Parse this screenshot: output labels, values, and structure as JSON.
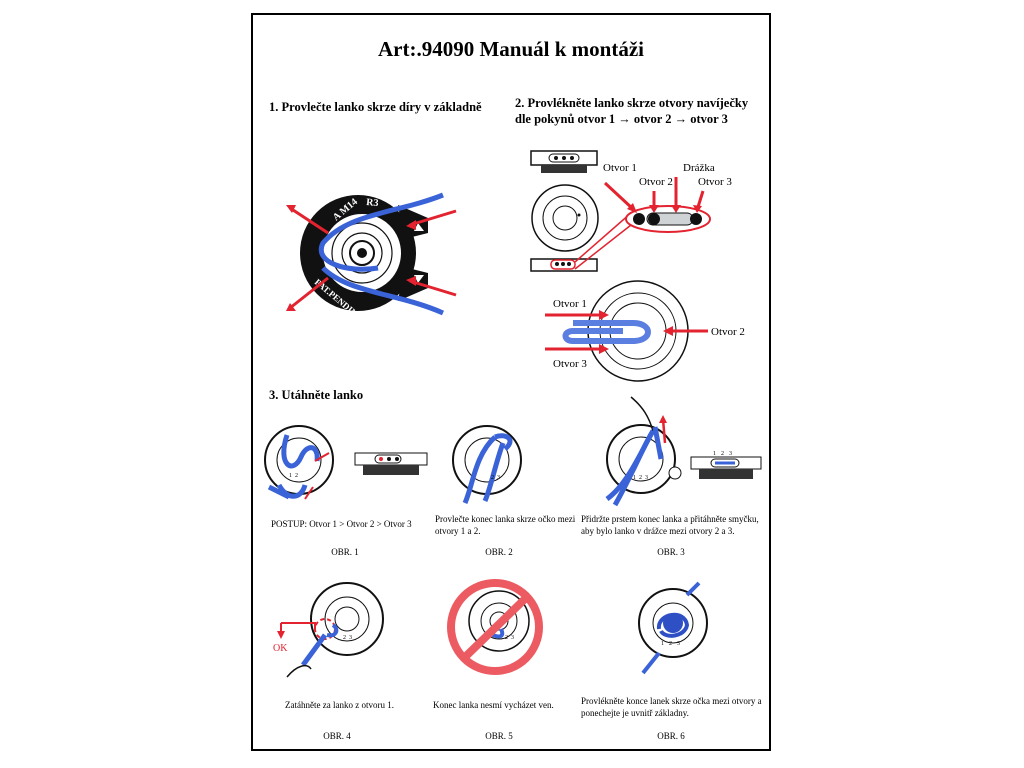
{
  "title": "Art:.94090 Manuál k montáži",
  "step1": {
    "heading": "1. Provlečte lanko skrze díry v základně"
  },
  "step2": {
    "heading_line1": "2. Provlékněte lanko skrze otvory navíječky",
    "heading_line2": "dle pokynů otvor 1 → otvor 2 → otvor 3",
    "labels": {
      "otvor1": "Otvor 1",
      "otvor2": "Otvor 2",
      "otvor3": "Otvor 3",
      "drazka": "Drážka"
    }
  },
  "step3": {
    "heading": "3. Utáhněte lanko"
  },
  "base_marks": {
    "r3": "R3",
    "text_a": "A M14",
    "text_b": "PAT.PENDING"
  },
  "spool_numbers": [
    "1",
    "2",
    "3"
  ],
  "ok_label": "OK",
  "figures": [
    {
      "caption": "POSTUP: Otvor 1 > Otvor 2 > Otvor 3",
      "label": "OBR. 1"
    },
    {
      "caption": "Provlečte konec lanka skrze očko mezi otvory 1 a 2.",
      "label": "OBR. 2"
    },
    {
      "caption": "Přidržte prstem konec lanka a přitáhněte smyčku, aby bylo lanko v drážce mezi otvory 2 a 3.",
      "label": "OBR. 3"
    },
    {
      "caption": "Zatáhněte za lanko z otvoru 1.",
      "label": "OBR. 4"
    },
    {
      "caption": "Konec lanka nesmí vycházet ven.",
      "label": "OBR. 5"
    },
    {
      "caption": "Provlékněte konce lanek skrze očka mezi otvory a ponechejte je uvnitř základny.",
      "label": "OBR. 6"
    }
  ],
  "colors": {
    "line": "#3b63d8",
    "arrow": "#e3232f",
    "ink": "#000000"
  }
}
